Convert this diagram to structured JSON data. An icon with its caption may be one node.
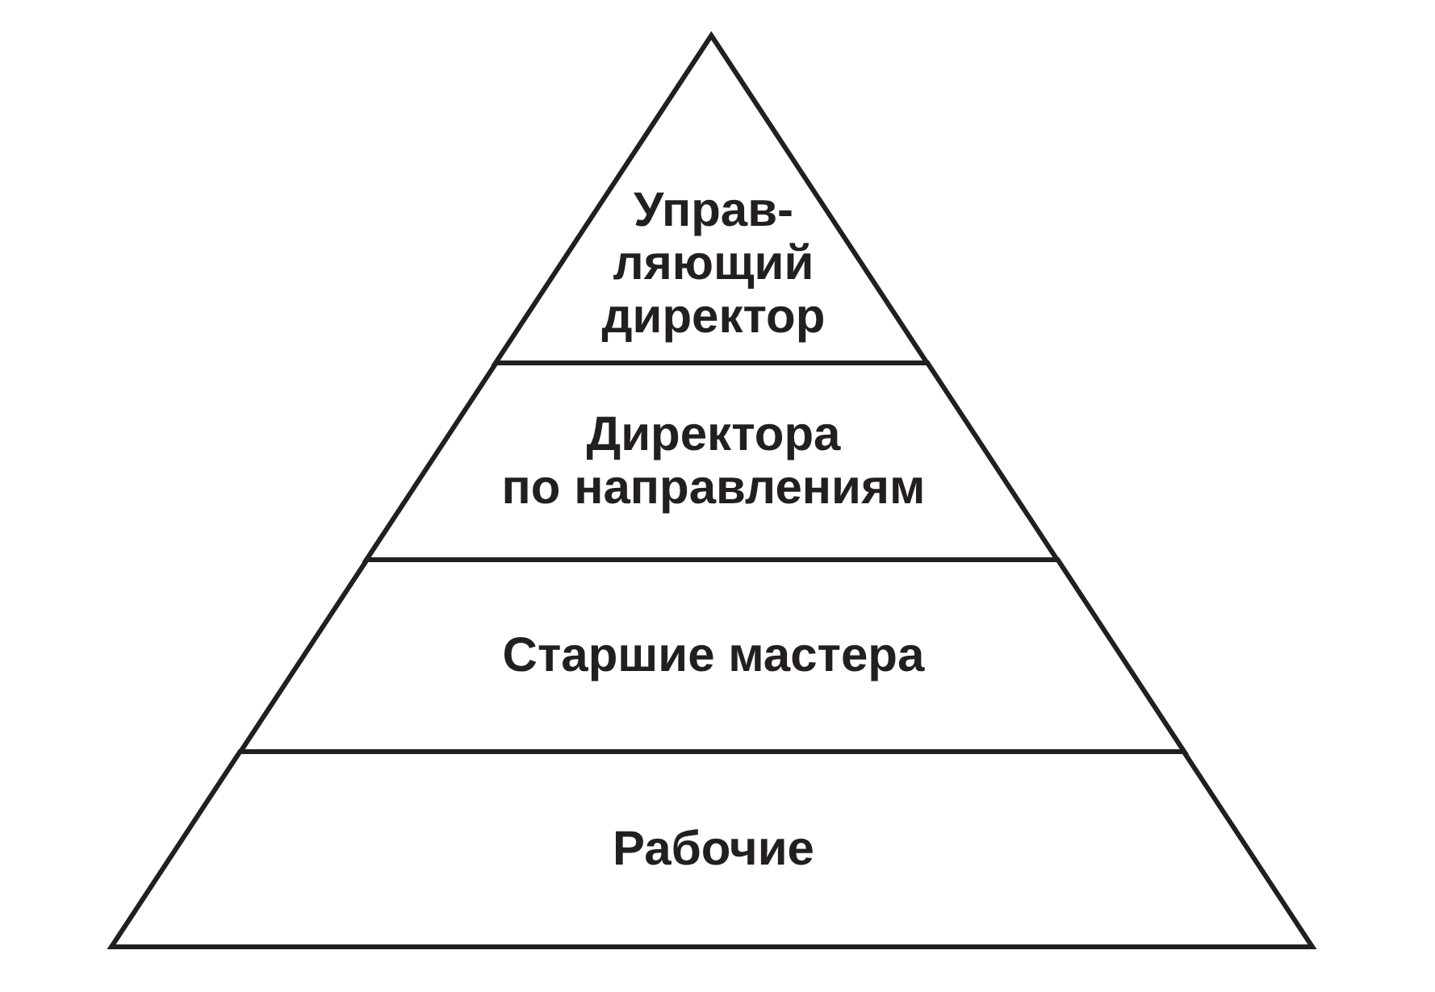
{
  "diagram": {
    "nodes": [
      {
        "text": [
          "Управ-ляющий директор"
        ]
      },
      {
        "text": [
          "Директора по направлениям"
        ]
      },
      {
        "text": [
          "Старшие мастера"
        ]
      },
      {
        "text": [
          "Рабочие"
        ]
      }
    ]
  }
}
